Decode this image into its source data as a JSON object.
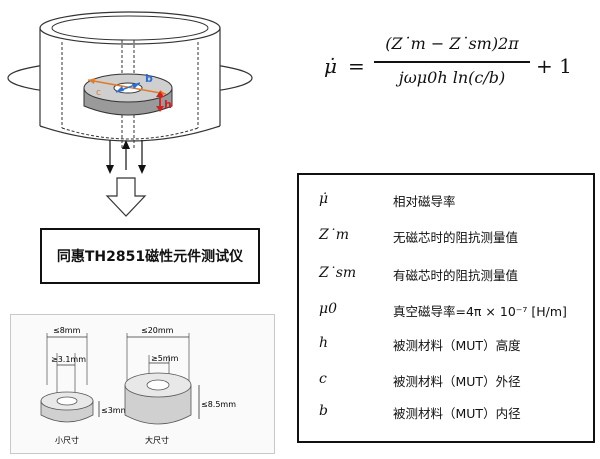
{
  "instrument_label": "同惠TH2851磁性元件测试仪",
  "fixture_labels": {
    "b": "b",
    "h": "h",
    "c": "c"
  },
  "sizes": {
    "small": {
      "outer": "≤8mm",
      "inner": "≥3.1mm",
      "height": "≤3mm",
      "caption": "小尺寸"
    },
    "large": {
      "outer": "≤20mm",
      "inner": "≥5mm",
      "height": "≤8.5mm",
      "caption": "大尺寸"
    }
  },
  "formula": {
    "lhs": "μ̇",
    "equals": "=",
    "numerator": "(Z˙m − Z˙sm)2π",
    "denominator": "jωμ0h ln(c/b)",
    "tail": "+ 1"
  },
  "legend": [
    {
      "symbol": "μ̇",
      "desc": "相对磁导率"
    },
    {
      "symbol": "Z˙m",
      "desc": "无磁芯时的阻抗测量值"
    },
    {
      "symbol": "Z˙sm",
      "desc": "有磁芯时的阻抗测量值"
    },
    {
      "symbol": "μ0",
      "desc": "真空磁导率=4π × 10⁻⁷ [H/m]"
    },
    {
      "symbol": "h",
      "desc": "被测材料（MUT）高度"
    },
    {
      "symbol": "c",
      "desc": "被测材料（MUT）外径"
    },
    {
      "symbol": "b",
      "desc": "被测材料（MUT）内径"
    }
  ],
  "colors": {
    "arrow_orange": "#e07b2a",
    "arrow_blue": "#2a6fd6",
    "arrow_red": "#d62020",
    "core_gray": "#9a9a9a"
  }
}
